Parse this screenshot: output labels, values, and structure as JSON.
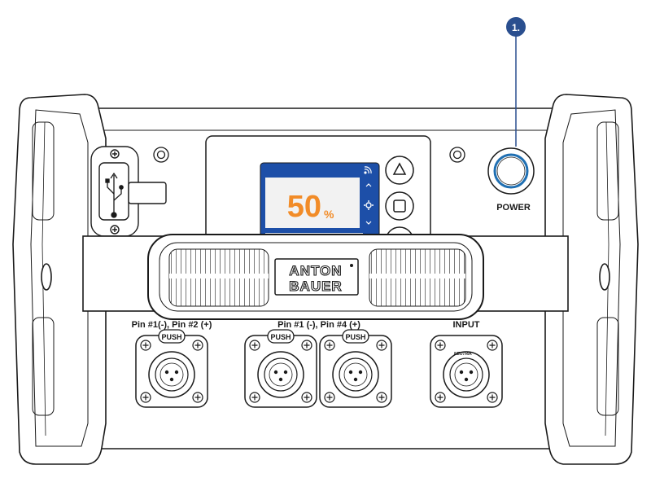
{
  "callout": {
    "number": "1.",
    "color": "#2a4f8f"
  },
  "display": {
    "value": "50",
    "unit": "%",
    "value_color": "#f28c28",
    "frame_color": "#1d4fa8",
    "screen_color": "#f2f2f2"
  },
  "power": {
    "label": "POWER",
    "ring_color": "#1f6fb2"
  },
  "brand": {
    "line1": "ANTON",
    "line2": "BAUER"
  },
  "connectors": {
    "group_a_label": "Pin #1(-), Pin #2 (+)",
    "group_b_label": "Pin #1 (-), Pin #4 (+)",
    "input_label": "INPUT",
    "push_label": "PUSH",
    "neutrik_label": "NEUTRIK"
  },
  "icons": [
    "usb-icon",
    "triangle-button-icon",
    "square-button-icon",
    "wifi-icon",
    "gear-icon",
    "chevron-up-icon",
    "chevron-down-icon"
  ]
}
